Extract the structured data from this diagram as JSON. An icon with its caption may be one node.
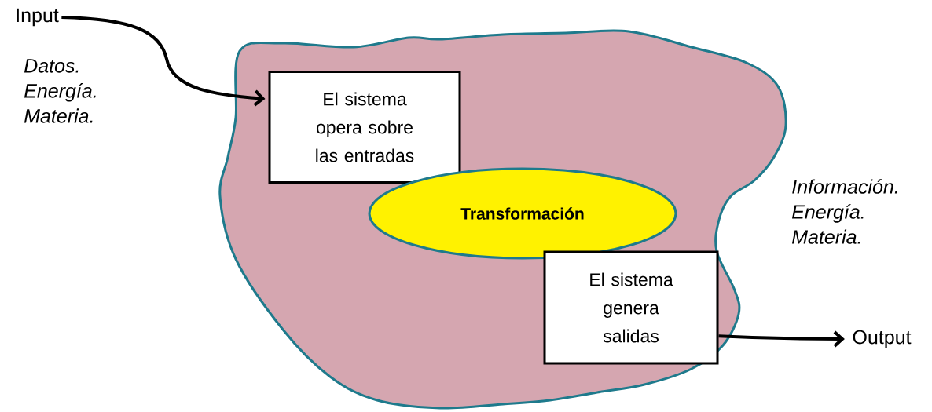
{
  "diagram": {
    "nodes": [
      {
        "text": [
          "Input"
        ]
      },
      {
        "text": [],
        "shape": "cloud"
      },
      {
        "text": [
          "El sistema opera sobre las entradas"
        ],
        "in": 1
      },
      {
        "text": [
          "Transformación"
        ],
        "in": 1
      },
      {
        "text": [
          "El sistema genera salidas"
        ],
        "in": 1
      },
      {
        "text": [
          "Output"
        ]
      }
    ],
    "edges": [
      {
        "from": 0,
        "to": 2,
        "arrow": "to"
      },
      {
        "from": 4,
        "to": 5,
        "arrow": "to"
      }
    ],
    "labels": [
      "Datos. Energía. Materia.",
      "Información. Energía. Materia."
    ]
  }
}
